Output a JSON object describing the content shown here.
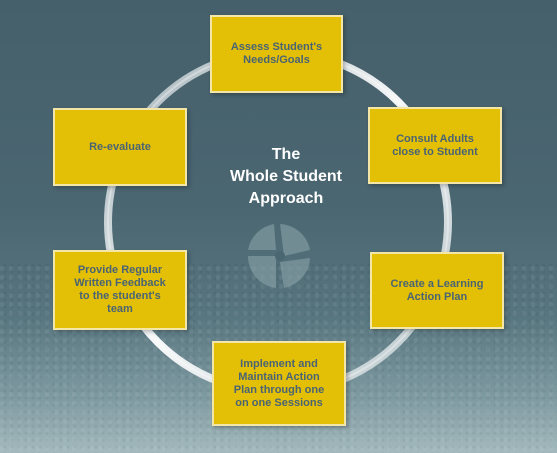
{
  "center": {
    "title": "The\nWhole Student\nApproach"
  },
  "steps": [
    {
      "label": "Assess Student's\nNeeds/Goals"
    },
    {
      "label": "Consult Adults\nclose to Student"
    },
    {
      "label": "Create a Learning\nAction Plan"
    },
    {
      "label": "Implement and\nMaintain Action\nPlan through one\non one Sessions"
    },
    {
      "label": "Provide Regular\nWritten Feedback\nto the student's\nteam"
    },
    {
      "label": "Re-evaluate"
    }
  ],
  "colors": {
    "box_fill": "#e3bf06",
    "box_text": "#4a6474",
    "title_text": "#ffffff",
    "background": "#4a6671"
  },
  "icons": {
    "center_logo": "three-segment-circle-logo"
  }
}
